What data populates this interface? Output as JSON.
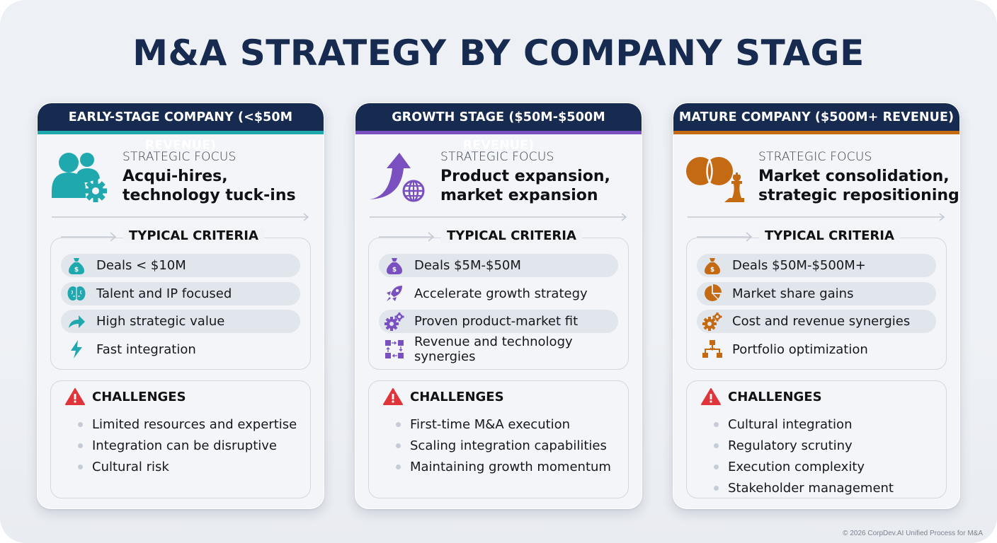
{
  "title": "M&A STRATEGY BY COMPANY STAGE",
  "footer": "© 2026 CorpDev.AI Unified Process for M&A",
  "colors": {
    "header_bg": "#172a4f",
    "early_accent": "#1fa9ae",
    "growth_accent": "#7a4fbf",
    "mature_accent": "#c46a12",
    "warning": "#e0343b"
  },
  "cards": [
    {
      "header": "EARLY-STAGE COMPANY (<$50M REVENUE)",
      "focus_icon": "people-gear-icon",
      "focus_label": "STRATEGIC FOCUS",
      "focus_value": "Acqui-hires, technology tuck-ins",
      "criteria_title": "TYPICAL CRITERIA",
      "criteria": [
        {
          "icon": "money-bag-icon",
          "label": "Deals < $10M",
          "pill": true
        },
        {
          "icon": "brain-icon",
          "label": "Talent and IP focused",
          "pill": true
        },
        {
          "icon": "forward-arrow-icon",
          "label": "High strategic value",
          "pill": true
        },
        {
          "icon": "lightning-icon",
          "label": "Fast integration",
          "pill": false
        }
      ],
      "challenges_title": "CHALLENGES",
      "challenges": [
        "Limited resources and expertise",
        "Integration can be disruptive",
        "Cultural risk"
      ]
    },
    {
      "header": "GROWTH STAGE ($50M-$500M REVENUE)",
      "focus_icon": "growth-arrow-globe-icon",
      "focus_label": "STRATEGIC FOCUS",
      "focus_value": "Product expansion, market expansion",
      "criteria_title": "TYPICAL CRITERIA",
      "criteria": [
        {
          "icon": "money-bag-icon",
          "label": "Deals $5M-$50M",
          "pill": true
        },
        {
          "icon": "rocket-icon",
          "label": "Accelerate growth strategy",
          "pill": false
        },
        {
          "icon": "gears-icon",
          "label": "Proven product-market fit",
          "pill": true
        },
        {
          "icon": "synergy-flow-icon",
          "label": "Revenue and technology synergies",
          "pill": false
        }
      ],
      "challenges_title": "CHALLENGES",
      "challenges": [
        "First-time M&A execution",
        "Scaling integration capabilities",
        "Maintaining growth momentum"
      ]
    },
    {
      "header": "MATURE COMPANY ($500M+ REVENUE)",
      "focus_icon": "overlap-chess-king-icon",
      "focus_label": "STRATEGIC FOCUS",
      "focus_value": "Market consolidation, strategic repositioning",
      "criteria_title": "TYPICAL CRITERIA",
      "criteria": [
        {
          "icon": "money-bag-icon",
          "label": "Deals $50M-$500M+",
          "pill": true
        },
        {
          "icon": "pie-chart-icon",
          "label": "Market share gains",
          "pill": true
        },
        {
          "icon": "gears-icon",
          "label": "Cost and revenue synergies",
          "pill": true
        },
        {
          "icon": "org-chart-icon",
          "label": "Portfolio optimization",
          "pill": false
        }
      ],
      "challenges_title": "CHALLENGES",
      "challenges": [
        "Cultural integration",
        "Regulatory scrutiny",
        "Execution complexity",
        "Stakeholder management"
      ]
    }
  ]
}
